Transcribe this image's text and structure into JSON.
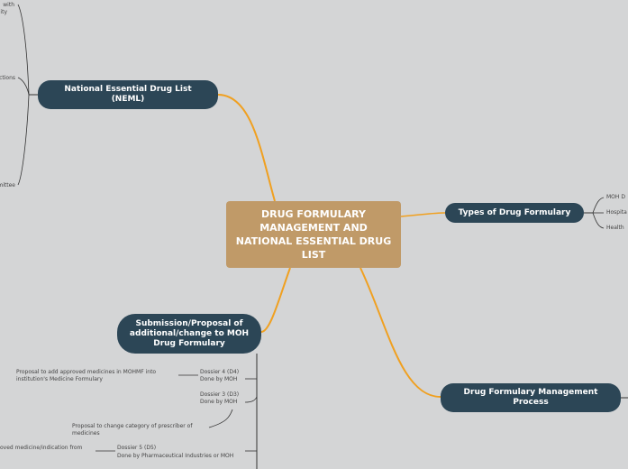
{
  "central": {
    "title": "DRUG FORMULARY MANAGEMENT AND NATIONAL ESSENTIAL DRUG LIST"
  },
  "topics": {
    "neml": "National Essential Drug List (NEML)",
    "types": "Types of Drug Formulary",
    "process": "Drug Formulary Management Process",
    "submission": "Submission/Proposal of additional/change to MOH Drug Formulary"
  },
  "neml_children": {
    "item1_line1": "with",
    "item1_line2": "ity",
    "item2": "ctions",
    "item3": "mittee"
  },
  "types_children": [
    "MOH D",
    "Hospita",
    "Health"
  ],
  "submission_children": {
    "d4_prop": "Proposal to add approved medicines in MOHMF into institution's Medicine Formulary",
    "d4_label": "Dossier 4 (D4)",
    "d4_by": "Done by MOH",
    "d3_label": "Dossier 3 (D3)",
    "d3_by": "Done by MOH",
    "d3_prop": "Proposal to change category of prescriber of medicines",
    "d5_prop": "oved medicine/indication from",
    "d5_label": "Dossier 5 (D5)",
    "d5_by": "Done by Pharmaceutical Industries or MOH"
  },
  "colors": {
    "background": "#d4d5d6",
    "central": "#c09a68",
    "topic": "#2c4656",
    "connector": "#f0a020",
    "branch": "#333333"
  }
}
